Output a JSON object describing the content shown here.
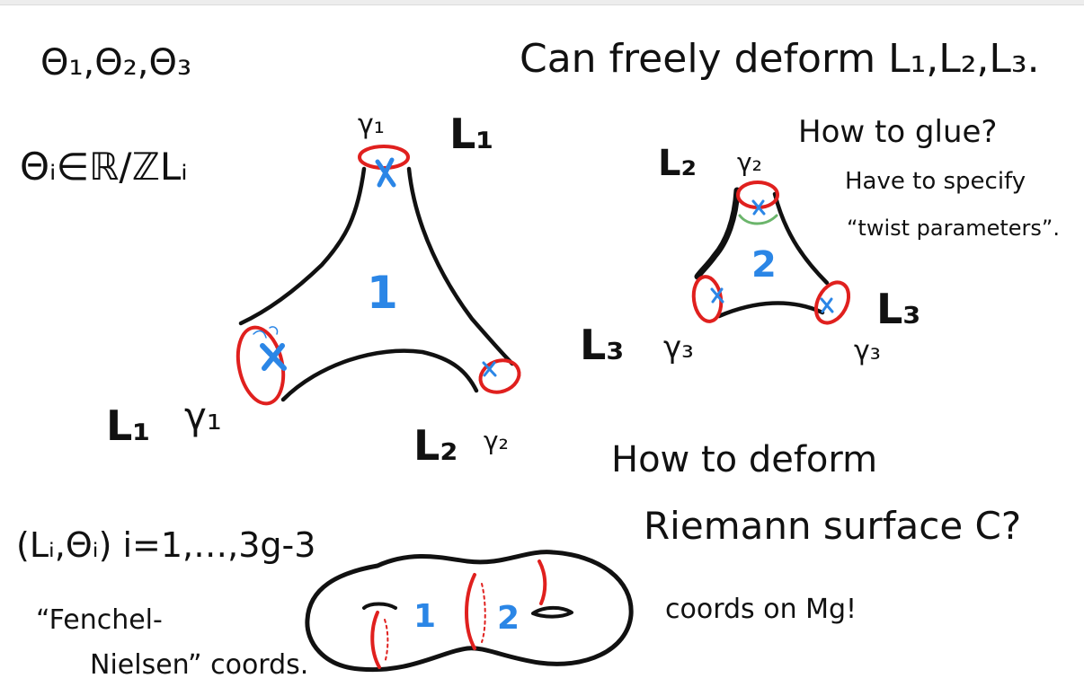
{
  "notes": {
    "thetas": "Θ₁,Θ₂,Θ₃",
    "theta_domain": "Θᵢ∈ℝ/ℤLᵢ",
    "deform_note": "Can freely deform L₁,L₂,L₃.",
    "glue_question": "How to glue?",
    "specify_line1": "Have to specify",
    "specify_line2": "“twist parameters”.",
    "deform_question_line1": "How to deform",
    "deform_question_line2": "Riemann surface C?",
    "coords_param": "(Lᵢ,Θᵢ) i=1,…,3g-3",
    "fenchel_line1": "“Fenchel-",
    "fenchel_line2": "Nielsen” coords.",
    "coords_on": "coords on Mg!"
  },
  "pants1": {
    "number": "1",
    "top_L": "L₁",
    "top_gamma": "γ₁",
    "left_L": "L₁",
    "left_gamma": "γ₁",
    "right_L": "L₂",
    "right_gamma": "γ₂"
  },
  "pants2": {
    "number": "2",
    "top_L": "L₂",
    "top_gamma": "γ₂",
    "left_L": "L₃",
    "left_gamma": "γ₃",
    "right_L": "L₃",
    "right_gamma": "γ₃"
  },
  "genus2": {
    "label1": "1",
    "label2": "2"
  },
  "colors": {
    "ink": "#111111",
    "red": "#e0201e",
    "blue": "#2b86e6",
    "green": "#6bb56b"
  }
}
